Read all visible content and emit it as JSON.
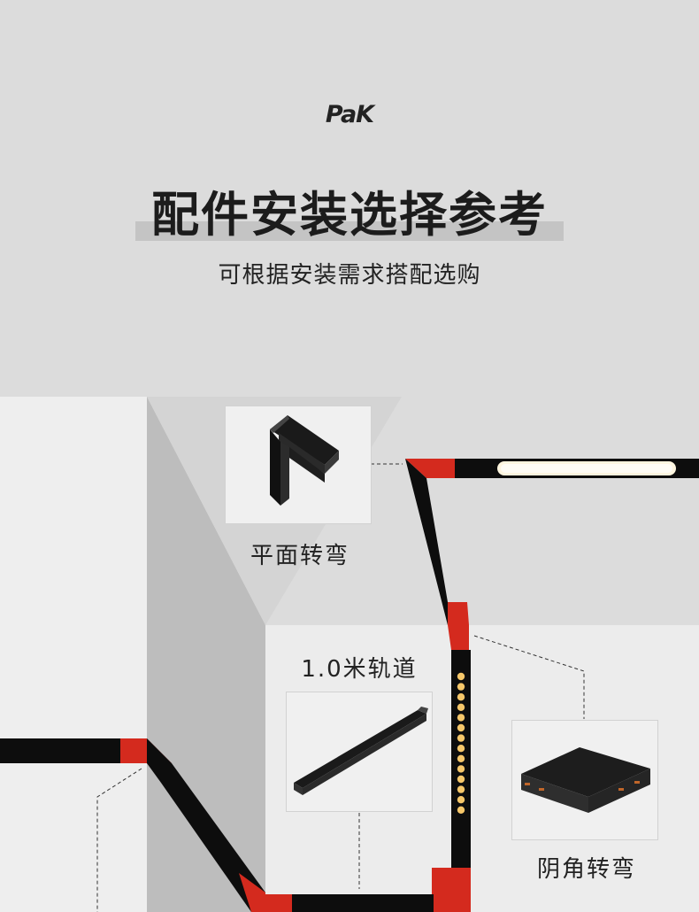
{
  "brand": {
    "logo_text": "PaK"
  },
  "header": {
    "title": "配件安装选择参考",
    "subtitle": "可根据安装需求搭配选购"
  },
  "products": [
    {
      "label": "平面转弯",
      "icon": "flat-corner-connector-icon"
    },
    {
      "label": "1.0米轨道",
      "icon": "straight-track-icon"
    },
    {
      "label": "阴角转弯",
      "icon": "inner-corner-connector-icon"
    }
  ],
  "colors": {
    "track_black": "#0d0d0d",
    "accent_red": "#d42a1e",
    "wall_light": "#eeeeee",
    "wall_shadow": "#bdbdbd",
    "header_bg": "#dcdcdc",
    "title_bar": "#c4c4c4",
    "led_warm": "#f6c76a"
  }
}
